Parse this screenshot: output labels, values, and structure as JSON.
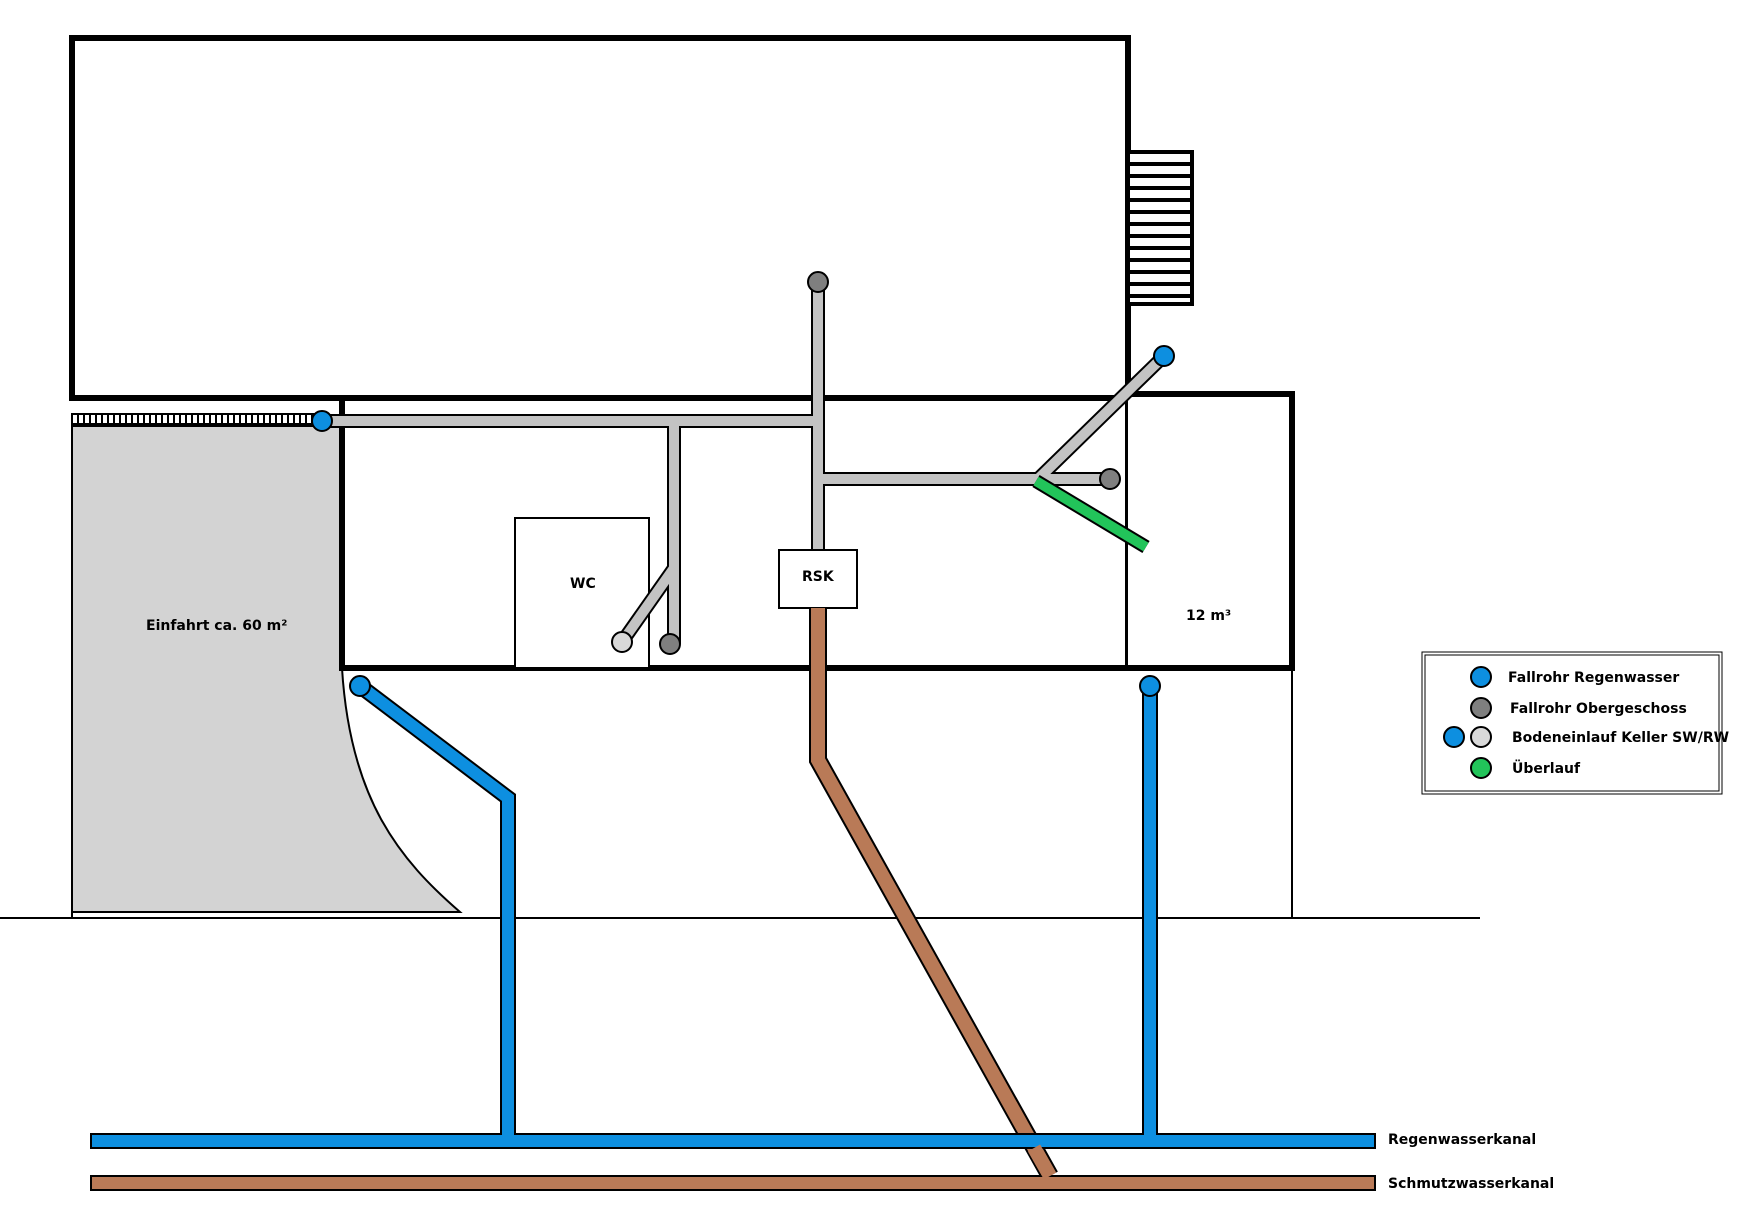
{
  "labels": {
    "einfahrt": "Einfahrt ca. 60 m²",
    "wc": "WC",
    "rsk": "RSK",
    "tank": "12 m³",
    "regenwasserkanal": "Regenwasserkanal",
    "schmutzwasserkanal": "Schmutzwasserkanal"
  },
  "legend": {
    "items": [
      {
        "label": "Fallrohr Regenwasser",
        "colors": [
          "#0d8fe0"
        ]
      },
      {
        "label": "Fallrohr Obergeschoss",
        "colors": [
          "#7f7f7f"
        ]
      },
      {
        "label": "Bodeneinlauf Keller SW/RW",
        "colors": [
          "#0d8fe0",
          "#d9d9d9"
        ]
      },
      {
        "label": "Überlauf",
        "colors": [
          "#22c45a"
        ]
      }
    ]
  },
  "colors": {
    "rain": "#0d8fe0",
    "sewage": "#b97a57",
    "grey_pipe": "#c3c3c3",
    "overflow": "#22c45a",
    "driveway": "#d3d3d3",
    "downpipe_upper": "#7f7f7f",
    "floor_drain_sw": "#d9d9d9"
  }
}
